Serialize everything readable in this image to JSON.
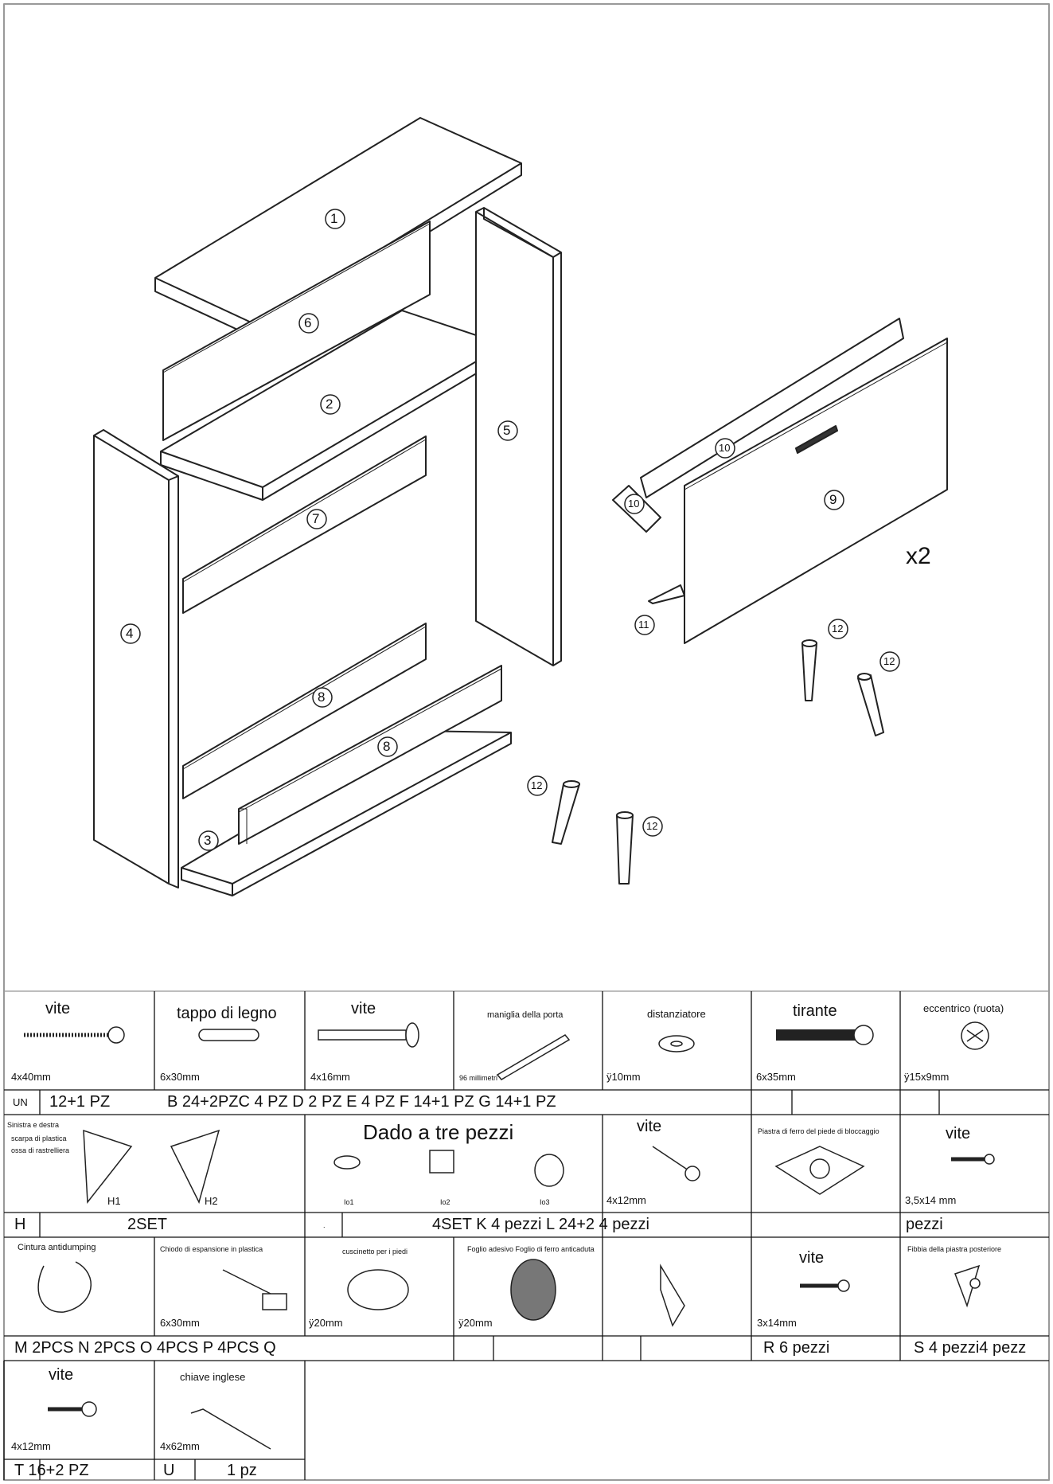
{
  "drawing": {
    "labels": [
      "1",
      "6",
      "2",
      "7",
      "5",
      "4",
      "8",
      "8",
      "3",
      "9",
      "10",
      "10",
      "11",
      "12",
      "12",
      "12",
      "12"
    ],
    "drawer_quantity": "x2"
  },
  "hardware": {
    "row1": [
      {
        "name": "vite",
        "size": "4x40mm"
      },
      {
        "name": "tappo di legno",
        "size": "6x30mm"
      },
      {
        "name": "vite",
        "size": "4x16mm"
      },
      {
        "name": "maniglia della porta",
        "size": "96 millimetri"
      },
      {
        "name": "distanziatore",
        "size": "ÿ10mm"
      },
      {
        "name": "tirante",
        "size": "6x35mm"
      },
      {
        "name": "eccentrico (ruota)",
        "size": "ÿ15x9mm"
      }
    ],
    "row1_codes": [
      "UN",
      "12+1 PZ",
      "B 24+2PZC 4 PZ D 2 PZ E 4 PZ F 14+1 PZ G 14+1 PZ"
    ],
    "row2": [
      {
        "name_line1": "Sinistra e destra",
        "name_line2": "scarpa di plastica",
        "name_line3": "ossa di rastrelliera",
        "variant_1": "H1",
        "variant_2": "H2"
      },
      {
        "name": "Dado a tre pezzi",
        "variant_1": "Io1",
        "variant_2": "Io2",
        "variant_3": "Io3"
      },
      {
        "name": "vite",
        "size": "4x12mm"
      },
      {
        "name": "Piastra di ferro del piede di bloccaggio"
      },
      {
        "name": "vite",
        "size": "3,5x14 mm"
      }
    ],
    "row2_codes": [
      "H",
      "2SET",
      ".",
      "4SET K 4 pezzi L 24+2 4 pezzi",
      "pezzi"
    ],
    "row3": [
      {
        "name": "Cintura antidumping"
      },
      {
        "name": "Chiodo di espansione in plastica",
        "size": "6x30mm"
      },
      {
        "name": "cuscinetto per i piedi",
        "size": "ÿ20mm"
      },
      {
        "name": "Foglio adesivo Foglio di ferro anticaduta",
        "size": "ÿ20mm"
      },
      {},
      {
        "name": "vite",
        "size": "3x14mm"
      },
      {
        "name": "Fibbia della piastra posteriore"
      }
    ],
    "row3_codes": [
      "M 2PCS N 2PCS O 4PCS P 4PCS Q",
      "R 6 pezzi",
      "S 4 pezzi4 pezz"
    ],
    "row4": [
      {
        "name": "vite",
        "size": "4x12mm"
      },
      {
        "name": "chiave inglese",
        "size": "4x62mm"
      }
    ],
    "row4_codes": [
      "T 16+2 PZ",
      "U",
      "1 pz"
    ]
  }
}
